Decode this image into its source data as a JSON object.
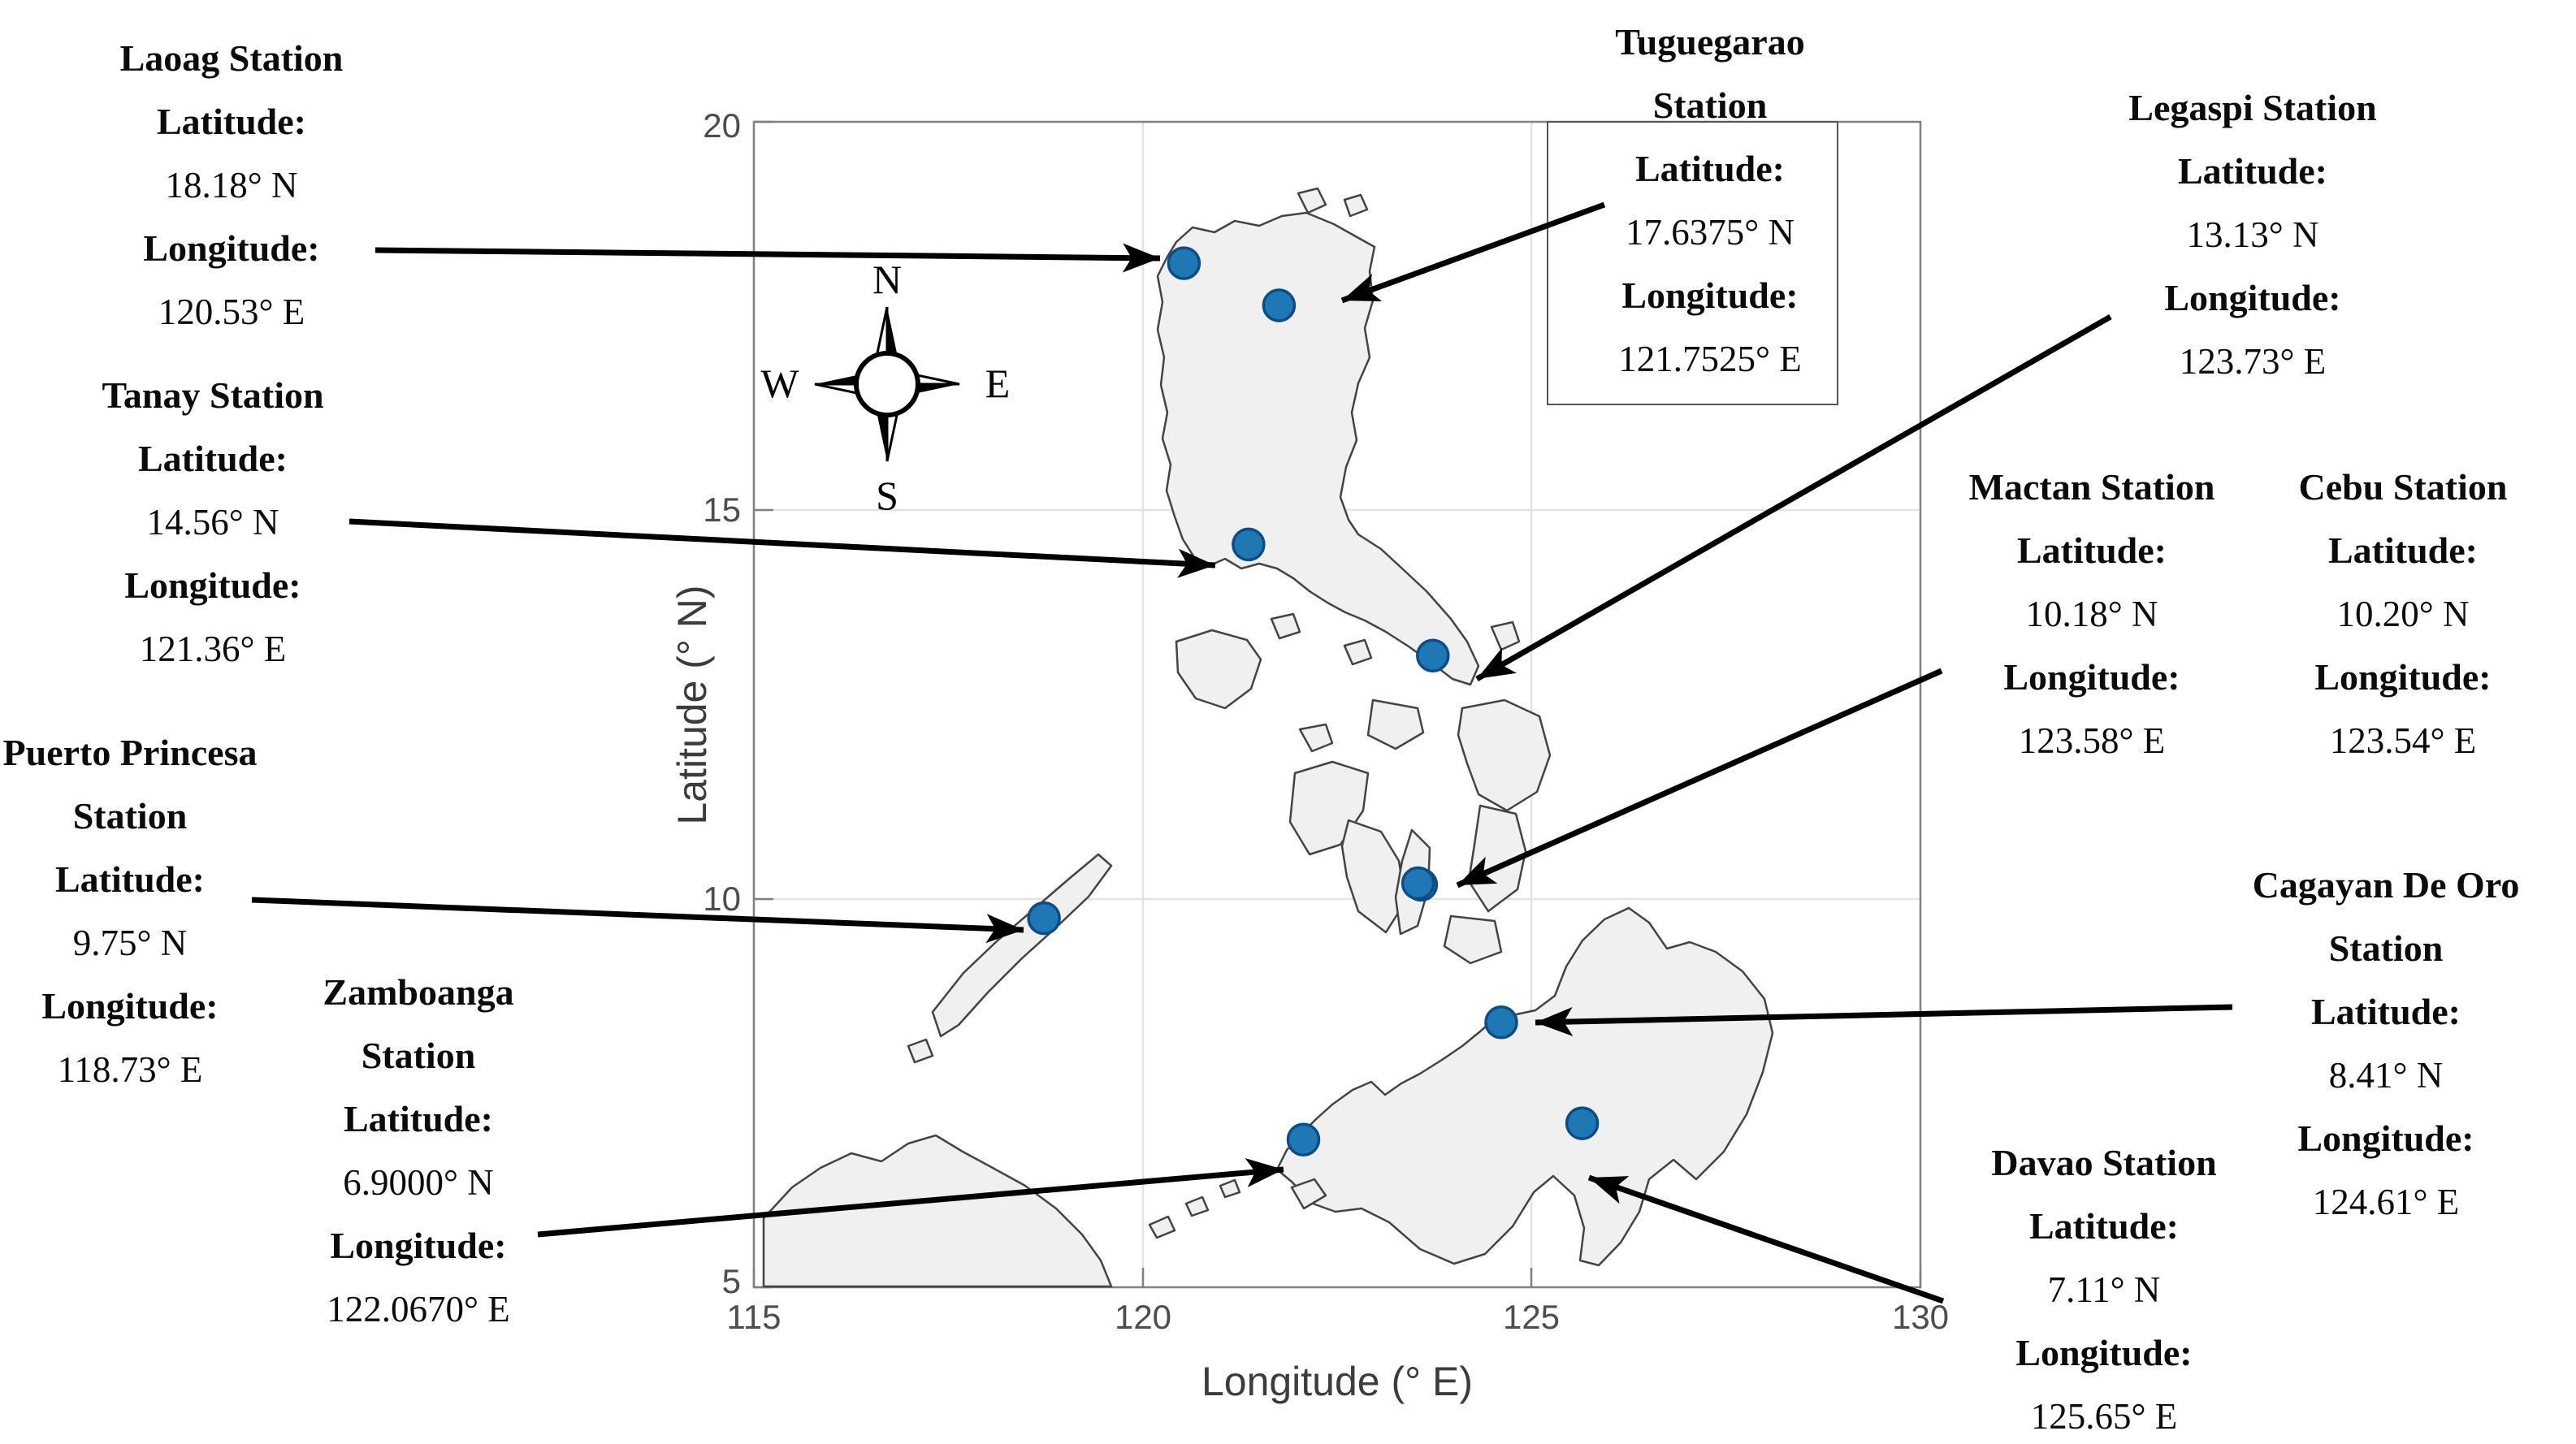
{
  "figure": {
    "description": "Map of the Philippines showing synoptic weather station locations"
  },
  "axes": {
    "xlabel": "Longitude (° E)",
    "ylabel": "Latitude (° N)",
    "x_ticks": [
      "115",
      "120",
      "125",
      "130"
    ],
    "y_ticks": [
      "20",
      "15",
      "10",
      "5"
    ],
    "x_range": [
      115,
      130
    ],
    "y_range": [
      5,
      20
    ]
  },
  "labels": {
    "latitude": "Latitude:",
    "longitude": "Longitude:"
  },
  "compass": {
    "north": "N",
    "south": "S",
    "east": "E",
    "west": "W"
  },
  "colors": {
    "station_dot_fill": "#1f77b4",
    "station_dot_edge": "#0d4d87",
    "land_fill": "#f0f0f0",
    "land_edge": "#444444",
    "grid": "#e2e2e2",
    "axis_frame": "#808080",
    "arrow": "#000000"
  },
  "stations": [
    {
      "name": "Laoag Station",
      "lat_value": "18.18° N",
      "lon_value": "120.53° E",
      "lat": 18.18,
      "lon": 120.53
    },
    {
      "name": "Tuguegarao Station",
      "lat_value": "17.6375° N",
      "lon_value": "121.7525° E",
      "lat": 17.6375,
      "lon": 121.7525
    },
    {
      "name": "Tanay Station",
      "lat_value": "14.56° N",
      "lon_value": "121.36° E",
      "lat": 14.56,
      "lon": 121.36
    },
    {
      "name": "Legaspi Station",
      "lat_value": "13.13° N",
      "lon_value": "123.73° E",
      "lat": 13.13,
      "lon": 123.73
    },
    {
      "name": "Mactan Station",
      "lat_value": "10.18° N",
      "lon_value": "123.58° E",
      "lat": 10.18,
      "lon": 123.58
    },
    {
      "name": "Cebu Station",
      "lat_value": "10.20° N",
      "lon_value": "123.54° E",
      "lat": 10.2,
      "lon": 123.54
    },
    {
      "name": "Puerto Princesa Station",
      "lat_value": "9.75° N",
      "lon_value": "118.73° E",
      "lat": 9.75,
      "lon": 118.73
    },
    {
      "name": "Zamboanga Station",
      "lat_value": "6.9000° N",
      "lon_value": "122.0670° E",
      "lat": 6.9,
      "lon": 122.067
    },
    {
      "name": "Cagayan De Oro Station",
      "lat_value": "8.41° N",
      "lon_value": "124.61° E",
      "lat": 8.41,
      "lon": 124.61
    },
    {
      "name": "Davao Station",
      "lat_value": "7.11° N",
      "lon_value": "125.65° E",
      "lat": 7.11,
      "lon": 125.65
    }
  ],
  "chart_data": {
    "type": "scatter",
    "title": "",
    "xlabel": "Longitude (° E)",
    "ylabel": "Latitude (° N)",
    "xlim": [
      115,
      130
    ],
    "ylim": [
      5,
      20
    ],
    "grid": true,
    "series": [
      {
        "name": "Weather stations",
        "points": [
          {
            "label": "Laoag",
            "x": 120.53,
            "y": 18.18
          },
          {
            "label": "Tuguegarao",
            "x": 121.7525,
            "y": 17.6375
          },
          {
            "label": "Tanay",
            "x": 121.36,
            "y": 14.56
          },
          {
            "label": "Legaspi",
            "x": 123.73,
            "y": 13.13
          },
          {
            "label": "Mactan",
            "x": 123.58,
            "y": 10.18
          },
          {
            "label": "Cebu",
            "x": 123.54,
            "y": 10.2
          },
          {
            "label": "Puerto Princesa",
            "x": 118.73,
            "y": 9.75
          },
          {
            "label": "Zamboanga",
            "x": 122.067,
            "y": 6.9
          },
          {
            "label": "Cagayan De Oro",
            "x": 124.61,
            "y": 8.41
          },
          {
            "label": "Davao",
            "x": 125.65,
            "y": 7.11
          }
        ]
      }
    ]
  }
}
